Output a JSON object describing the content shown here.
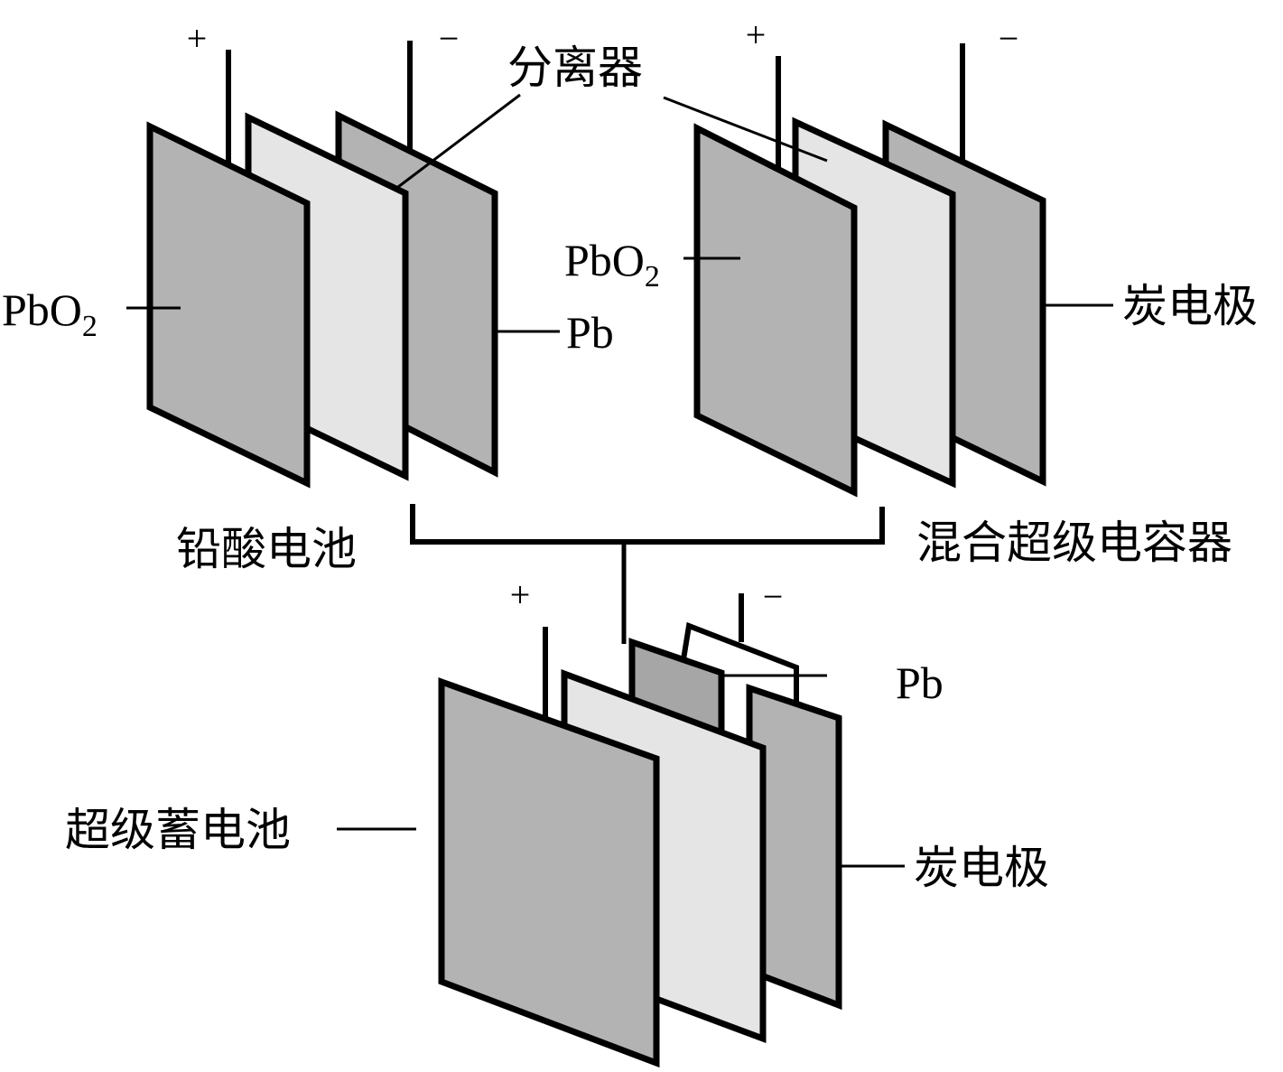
{
  "colors": {
    "electrode_fill": "#b3b3b3",
    "separator_fill": "#e5e5e5",
    "pb_tab_fill": "#a6a6a6",
    "stroke": "#000000",
    "background": "#ffffff"
  },
  "lead_acid": {
    "title": "铅酸电池",
    "positive_sign": "+",
    "negative_sign": "−",
    "pbo2_label": "PbO",
    "pbo2_sub": "2",
    "pb_label": "Pb"
  },
  "shared": {
    "separator_label": "分离器"
  },
  "hybrid_capacitor": {
    "title": "混合超级电容器",
    "positive_sign": "+",
    "negative_sign": "−",
    "pbo2_label": "PbO",
    "pbo2_sub": "2",
    "carbon_label": "炭电极"
  },
  "ultrabattery": {
    "title": "超级蓄电池",
    "positive_sign": "+",
    "negative_sign": "−",
    "pb_label": "Pb",
    "carbon_label": "炭电极"
  }
}
